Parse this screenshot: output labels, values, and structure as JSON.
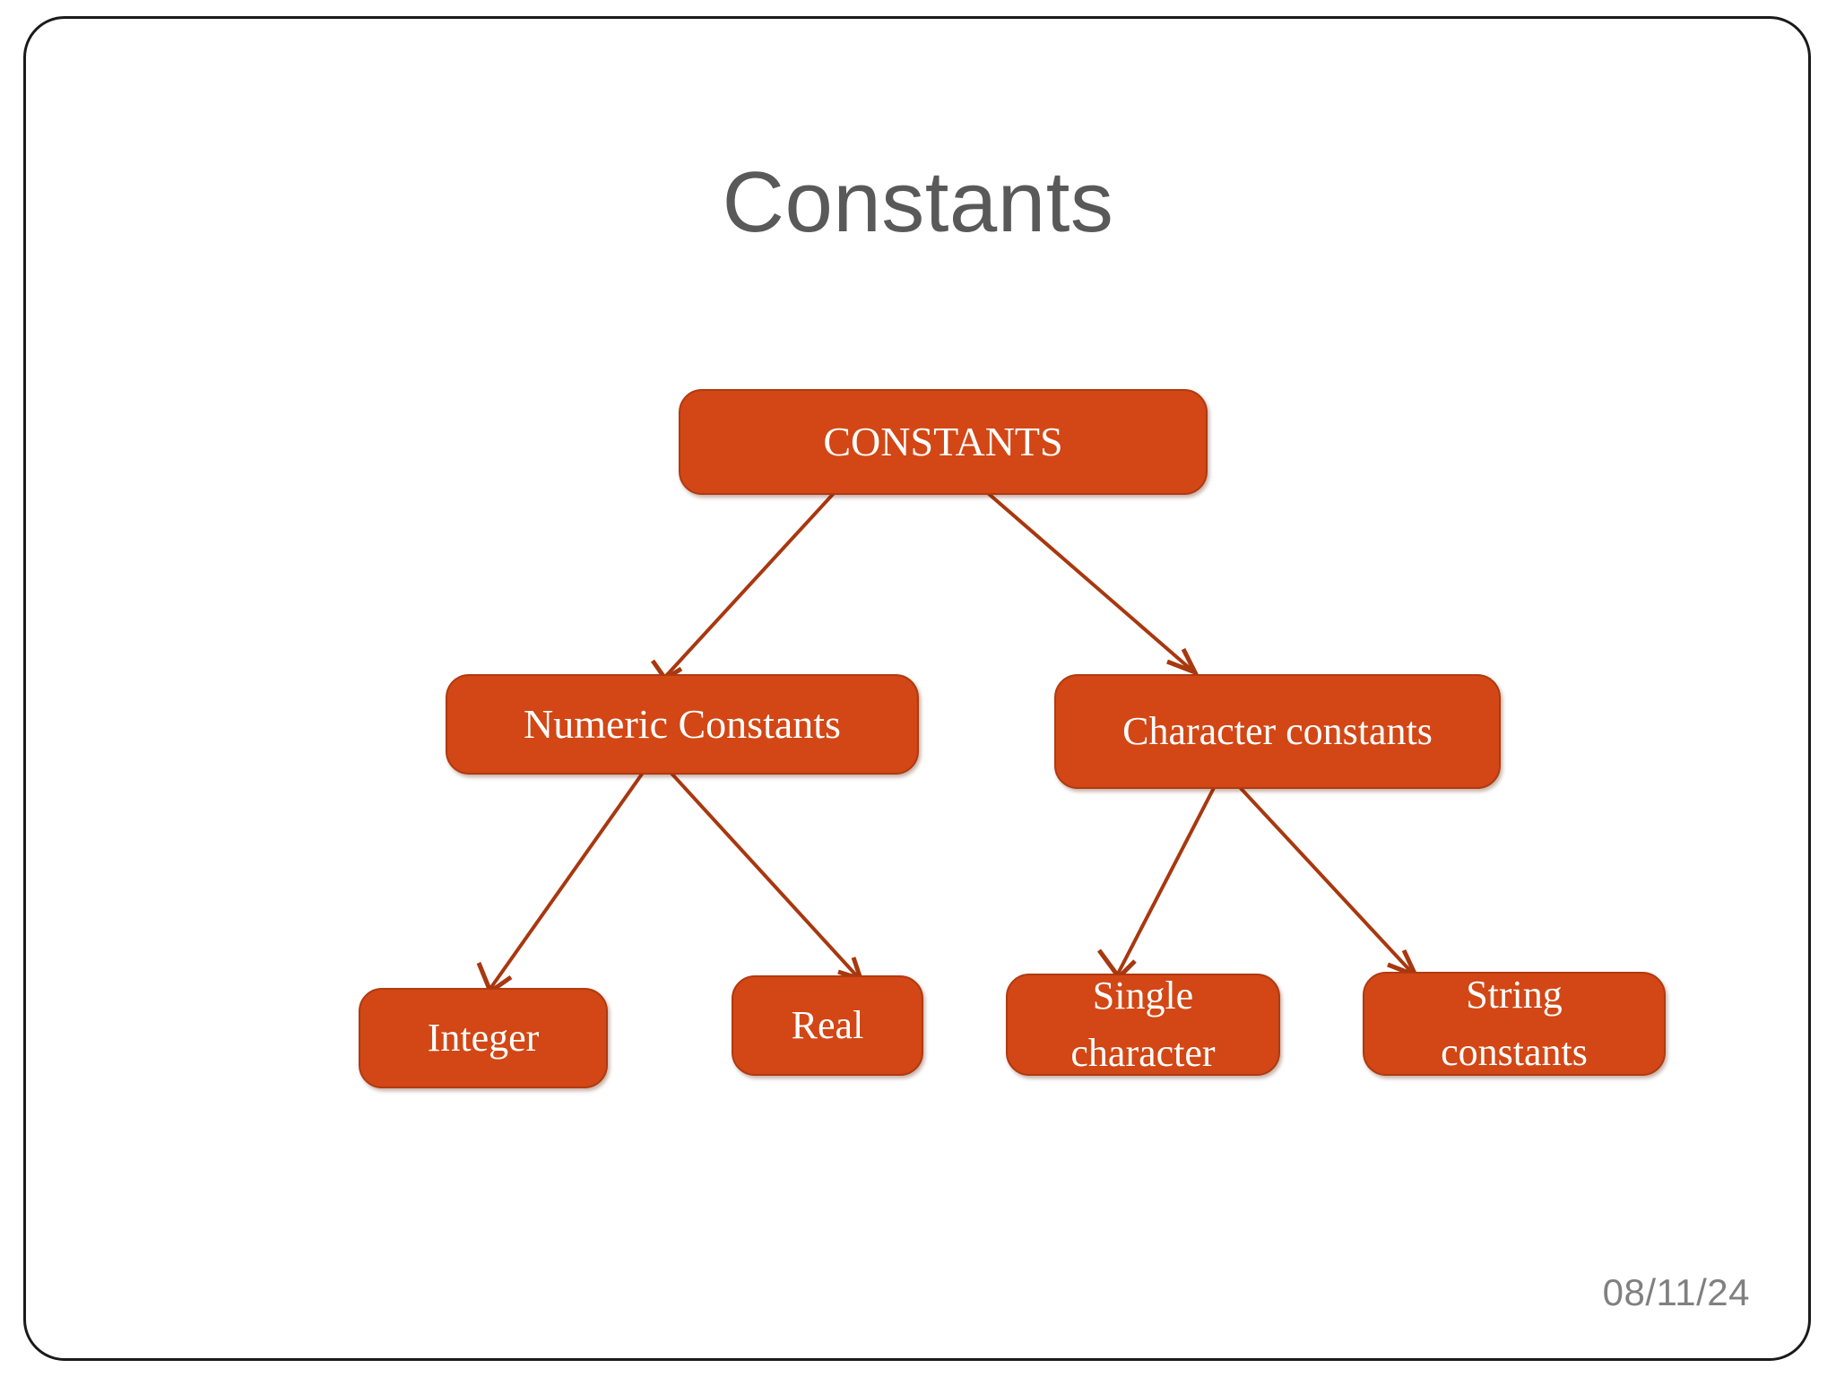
{
  "slide": {
    "title": "Constants",
    "date": "08/11/24",
    "accent_color": "#D24715",
    "border_color": "#B03A10",
    "connector_color": "#A8380F",
    "title_color": "#595959",
    "date_color": "#808080",
    "background_color": "#FFFFFF"
  },
  "diagram": {
    "type": "hierarchy-tree",
    "nodes": {
      "root": "CONSTANTS",
      "numeric": "Numeric Constants",
      "character": "Character constants",
      "integer": "Integer",
      "real": "Real",
      "single": "Single\ncharacter",
      "string": "String\nconstants"
    },
    "edges": [
      {
        "from": "root",
        "to": "numeric"
      },
      {
        "from": "root",
        "to": "character"
      },
      {
        "from": "numeric",
        "to": "integer"
      },
      {
        "from": "numeric",
        "to": "real"
      },
      {
        "from": "character",
        "to": "single"
      },
      {
        "from": "character",
        "to": "string"
      }
    ]
  }
}
